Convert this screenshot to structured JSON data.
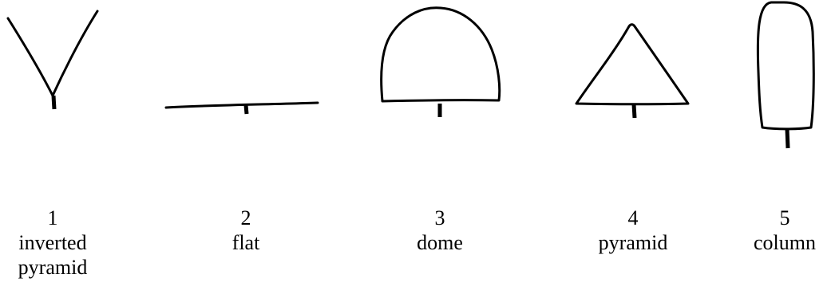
{
  "items": [
    {
      "number": "1",
      "label": [
        "inverted",
        "pyramid"
      ],
      "shape": "inverted-pyramid"
    },
    {
      "number": "2",
      "label": [
        "flat"
      ],
      "shape": "flat"
    },
    {
      "number": "3",
      "label": [
        "dome"
      ],
      "shape": "dome"
    },
    {
      "number": "4",
      "label": [
        "pyramid"
      ],
      "shape": "pyramid"
    },
    {
      "number": "5",
      "label": [
        "column"
      ],
      "shape": "column"
    }
  ]
}
